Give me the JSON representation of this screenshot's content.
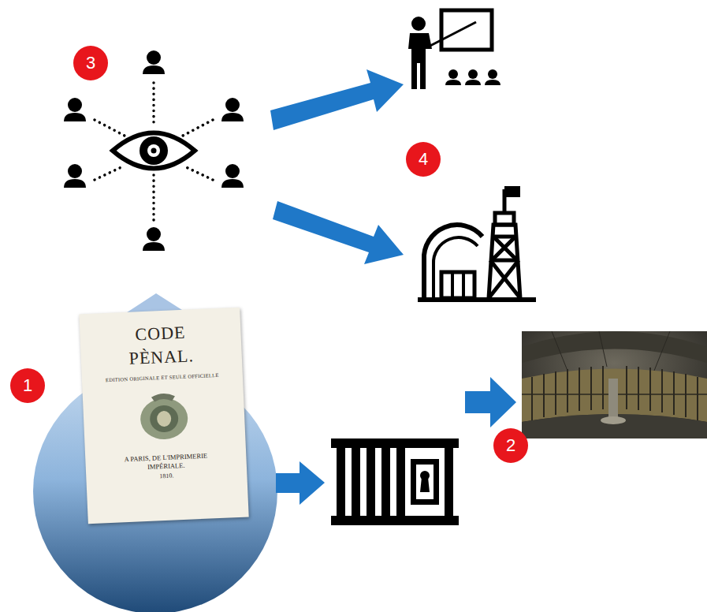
{
  "diagram": {
    "nodes": [
      {
        "text": [
          "CODE PÈNAL.",
          "EDITION ORIGINALE ET SEULE OFFICIELLE",
          "A PARIS, DE L'IMPRIMERIE IMPÉRIALE.",
          "1810."
        ]
      }
    ],
    "labels": [
      "1",
      "2",
      "3",
      "4"
    ]
  }
}
